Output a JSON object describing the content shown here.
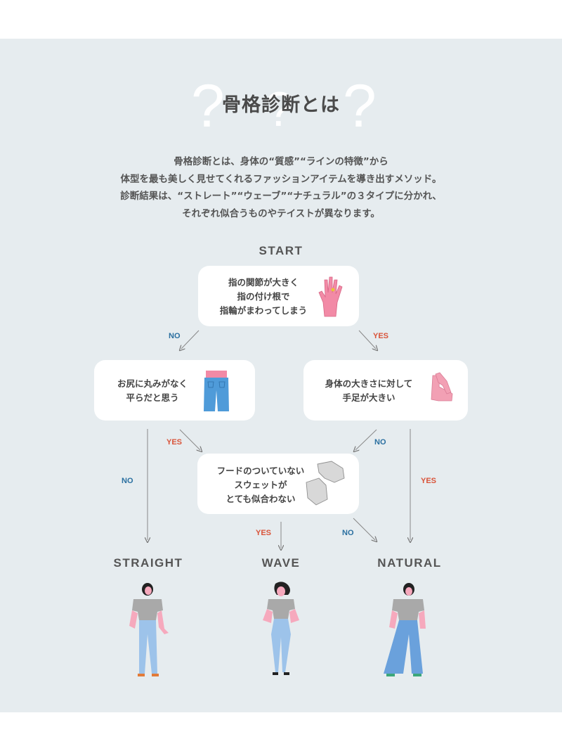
{
  "title": "骨格診断とは",
  "intro": [
    "骨格診断とは、身体の“質感”“ラインの特徴”から",
    "体型を最も美しく見せてくれるファッションアイテムを導き出すメソッド。",
    "診断結果は、“ストレート”“ウェーブ”“ナチュラル”の３タイプに分かれ、",
    "それぞれ似合うものやテイストが異なります。"
  ],
  "start_label": "START",
  "questions": {
    "q1": [
      "指の関節が大きく",
      "指の付け根で",
      "指輪がまわってしまう"
    ],
    "q2": [
      "お尻に丸みがなく",
      "平らだと思う"
    ],
    "q3": [
      "身体の大きさに対して",
      "手足が大きい"
    ],
    "q4": [
      "フードのついていない",
      "スウェットが",
      "とても似合わない"
    ]
  },
  "answers": {
    "yes": "YES",
    "no": "NO"
  },
  "results": {
    "straight": "STRAIGHT",
    "wave": "WAVE",
    "natural": "NATURAL"
  },
  "colors": {
    "panel": "#e6ecef",
    "yes": "#d9543a",
    "no": "#2a6fa0",
    "text": "#4a4a4a"
  }
}
